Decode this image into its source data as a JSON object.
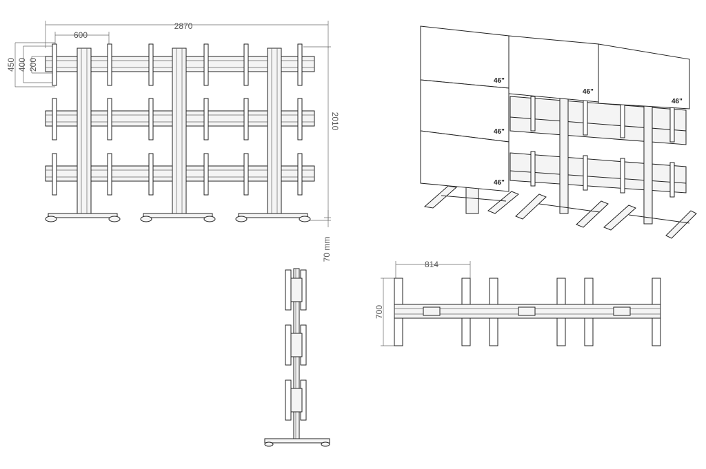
{
  "front_view": {
    "dims": {
      "total_width": "2870",
      "spacing": "600",
      "height_a": "450",
      "height_b": "400",
      "height_c": "200",
      "total_height": "2010",
      "floor_gap": "70 mm"
    }
  },
  "iso_view": {
    "screens": [
      {
        "label": "46\""
      },
      {
        "label": "46\""
      },
      {
        "label": "46\""
      },
      {
        "label": "46\""
      },
      {
        "label": "46\""
      }
    ]
  },
  "top_view": {
    "dims": {
      "spacing": "814",
      "depth": "700"
    }
  }
}
